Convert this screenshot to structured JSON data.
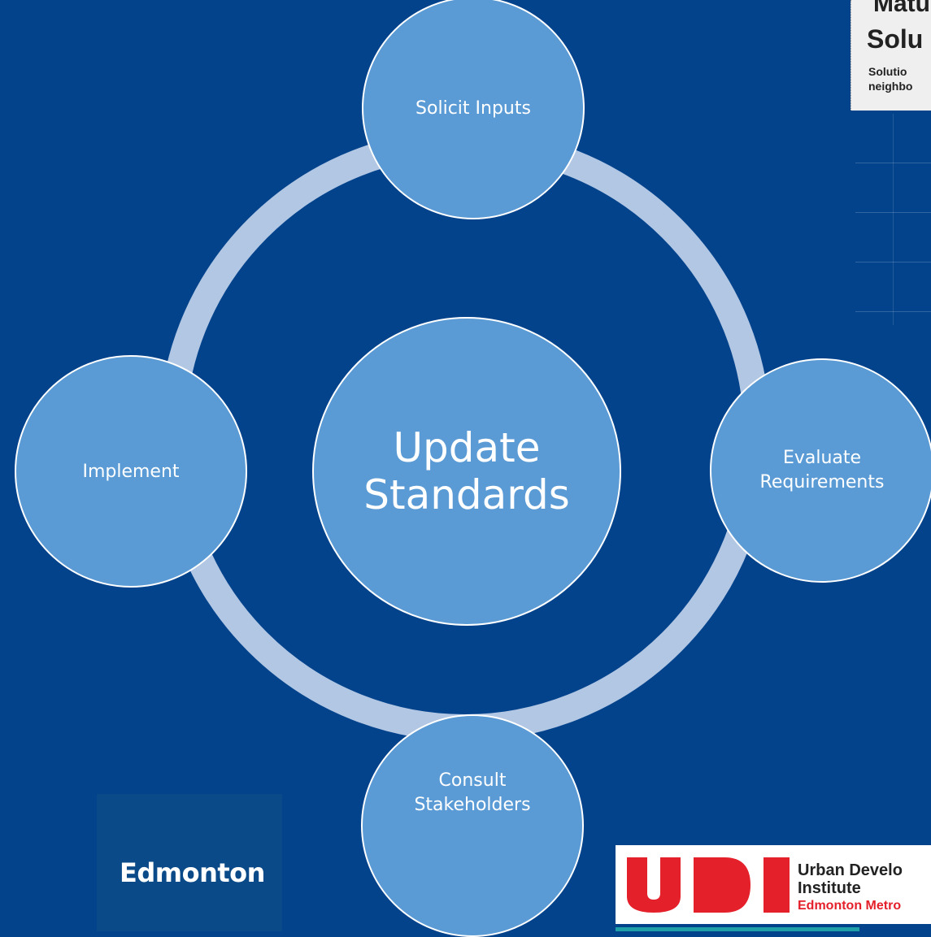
{
  "inset_panel": {
    "line1": "Matu",
    "line2": "Solu",
    "line3": "Solutio",
    "line4": "neighbo"
  },
  "cycle": {
    "center": [
      "Update",
      "Standards"
    ],
    "top": [
      "Solicit Inputs"
    ],
    "right": [
      "Evaluate",
      "Requirements"
    ],
    "bottom": [
      "Consult",
      "Stakeholders"
    ],
    "left": [
      "Implement"
    ]
  },
  "logos": {
    "edmonton": "Edmonton",
    "udi_line1": "Urban Develo",
    "udi_line2": "Institute",
    "udi_line3": "Edmonton Metro"
  },
  "colors": {
    "background": "#03438c",
    "node_fill": "#5b9bd5",
    "ring": "#b2c7e4",
    "udi_red": "#e4202b"
  }
}
